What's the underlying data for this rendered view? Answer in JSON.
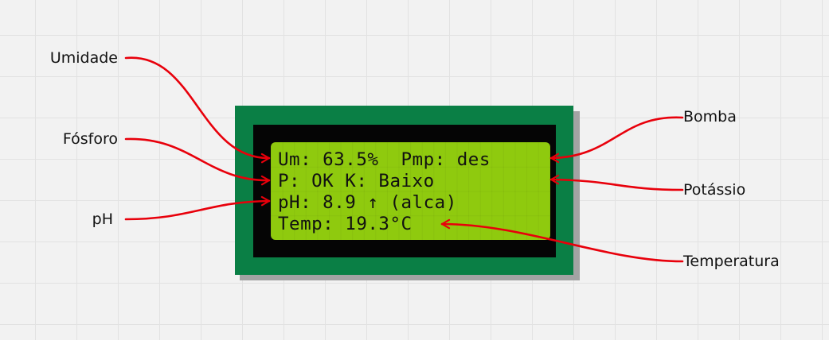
{
  "labels": {
    "umidade": "Umidade",
    "fosforo": "Fósforo",
    "ph": "pH",
    "bomba": "Bomba",
    "potassio": "Potássio",
    "temperatura": "Temperatura"
  },
  "lcd": {
    "line1": "Um: 63.5%  Pmp: des",
    "line2": "P: OK K: Baixo",
    "line3": "pH: 8.9 ↑ (alca)",
    "line4": "Temp: 19.3°C"
  },
  "colors": {
    "arrow": "#e8000b",
    "board": "#0a7f45",
    "screen": "#8fca0e",
    "bezel": "#050505"
  }
}
